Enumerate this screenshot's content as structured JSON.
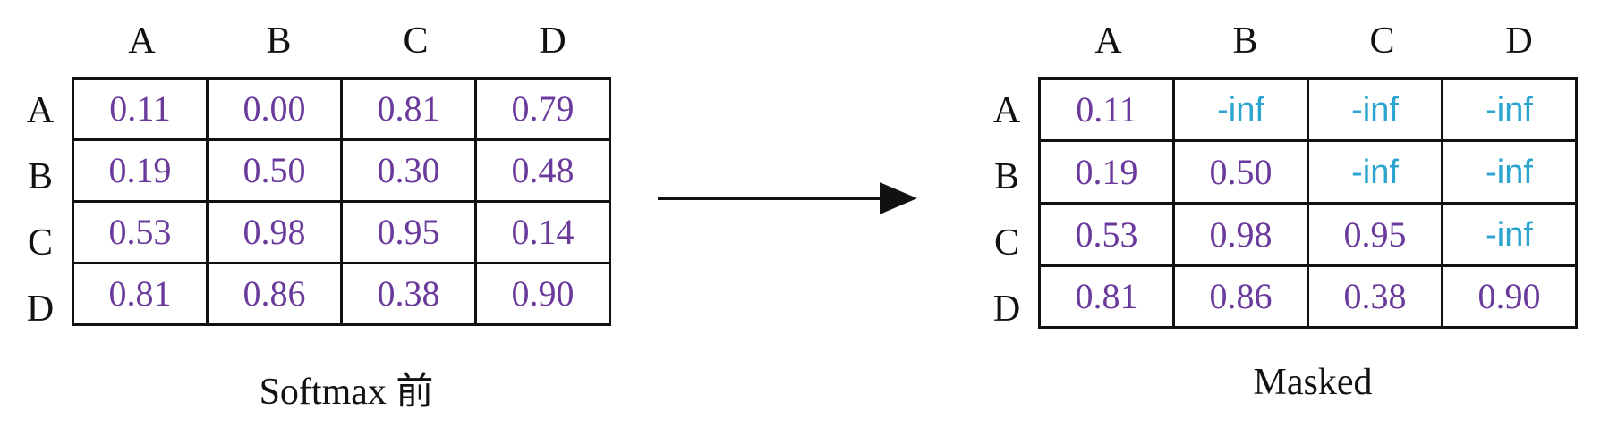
{
  "left_panel": {
    "col_labels": [
      "A",
      "B",
      "C",
      "D"
    ],
    "row_labels": [
      "A",
      "B",
      "C",
      "D"
    ],
    "cells": [
      [
        "0.11",
        "0.00",
        "0.81",
        "0.79"
      ],
      [
        "0.19",
        "0.50",
        "0.30",
        "0.48"
      ],
      [
        "0.53",
        "0.98",
        "0.95",
        "0.14"
      ],
      [
        "0.81",
        "0.86",
        "0.38",
        "0.90"
      ]
    ],
    "caption": "Softmax 前"
  },
  "right_panel": {
    "col_labels": [
      "A",
      "B",
      "C",
      "D"
    ],
    "row_labels": [
      "A",
      "B",
      "C",
      "D"
    ],
    "cells": [
      [
        "0.11",
        "-inf",
        "-inf",
        "-inf"
      ],
      [
        "0.19",
        "0.50",
        "-inf",
        "-inf"
      ],
      [
        "0.53",
        "0.98",
        "0.95",
        "-inf"
      ],
      [
        "0.81",
        "0.86",
        "0.38",
        "0.90"
      ]
    ],
    "caption": "Masked"
  },
  "colors": {
    "value_text": "#6a3a9c",
    "inf_text": "#2ba5cf",
    "border": "#111111"
  }
}
